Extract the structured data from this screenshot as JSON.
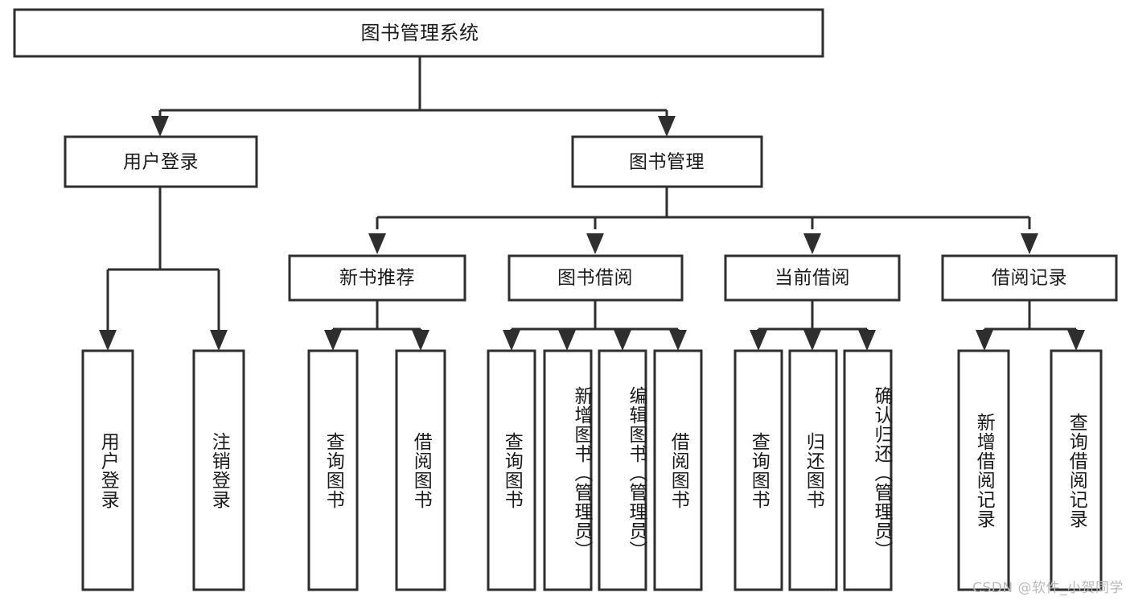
{
  "diagram": {
    "title": "图书管理系统",
    "type": "functional-structure-tree",
    "root": {
      "label": "图书管理系统",
      "orientation": "horizontal"
    },
    "level2": [
      {
        "label": "用户登录",
        "orientation": "horizontal"
      },
      {
        "label": "图书管理",
        "orientation": "horizontal"
      }
    ],
    "level3": [
      {
        "label": "新书推荐",
        "orientation": "horizontal"
      },
      {
        "label": "图书借阅",
        "orientation": "horizontal"
      },
      {
        "label": "当前借阅",
        "orientation": "horizontal"
      },
      {
        "label": "借阅记录",
        "orientation": "horizontal"
      }
    ],
    "leaves": {
      "user_login": [
        {
          "label": "用户登录",
          "orientation": "vertical"
        },
        {
          "label": "注销登录",
          "orientation": "vertical"
        }
      ],
      "new_book_recommend": [
        {
          "label": "查询图书",
          "orientation": "vertical"
        },
        {
          "label": "借阅图书",
          "orientation": "vertical"
        }
      ],
      "book_borrow": [
        {
          "label": "查询图书",
          "orientation": "vertical"
        },
        {
          "label": "新增图书（管理员）",
          "orientation": "vertical"
        },
        {
          "label": "编辑图书（管理员）",
          "orientation": "vertical"
        },
        {
          "label": "借阅图书",
          "orientation": "vertical"
        }
      ],
      "current_borrow": [
        {
          "label": "查询图书",
          "orientation": "vertical"
        },
        {
          "label": "归还图书",
          "orientation": "vertical"
        },
        {
          "label": "确认归还（管理员）",
          "orientation": "vertical"
        }
      ],
      "borrow_record": [
        {
          "label": "新增借阅记录",
          "orientation": "vertical"
        },
        {
          "label": "查询借阅记录",
          "orientation": "vertical"
        }
      ]
    },
    "colors": {
      "box_stroke": "#2e2e2e",
      "box_fill": "#ffffff",
      "text": "#1a1a1a",
      "background": "#ffffff",
      "watermark": "#b9b9b9"
    }
  },
  "watermark": {
    "text": "CSDN @软件_小贺同学"
  }
}
